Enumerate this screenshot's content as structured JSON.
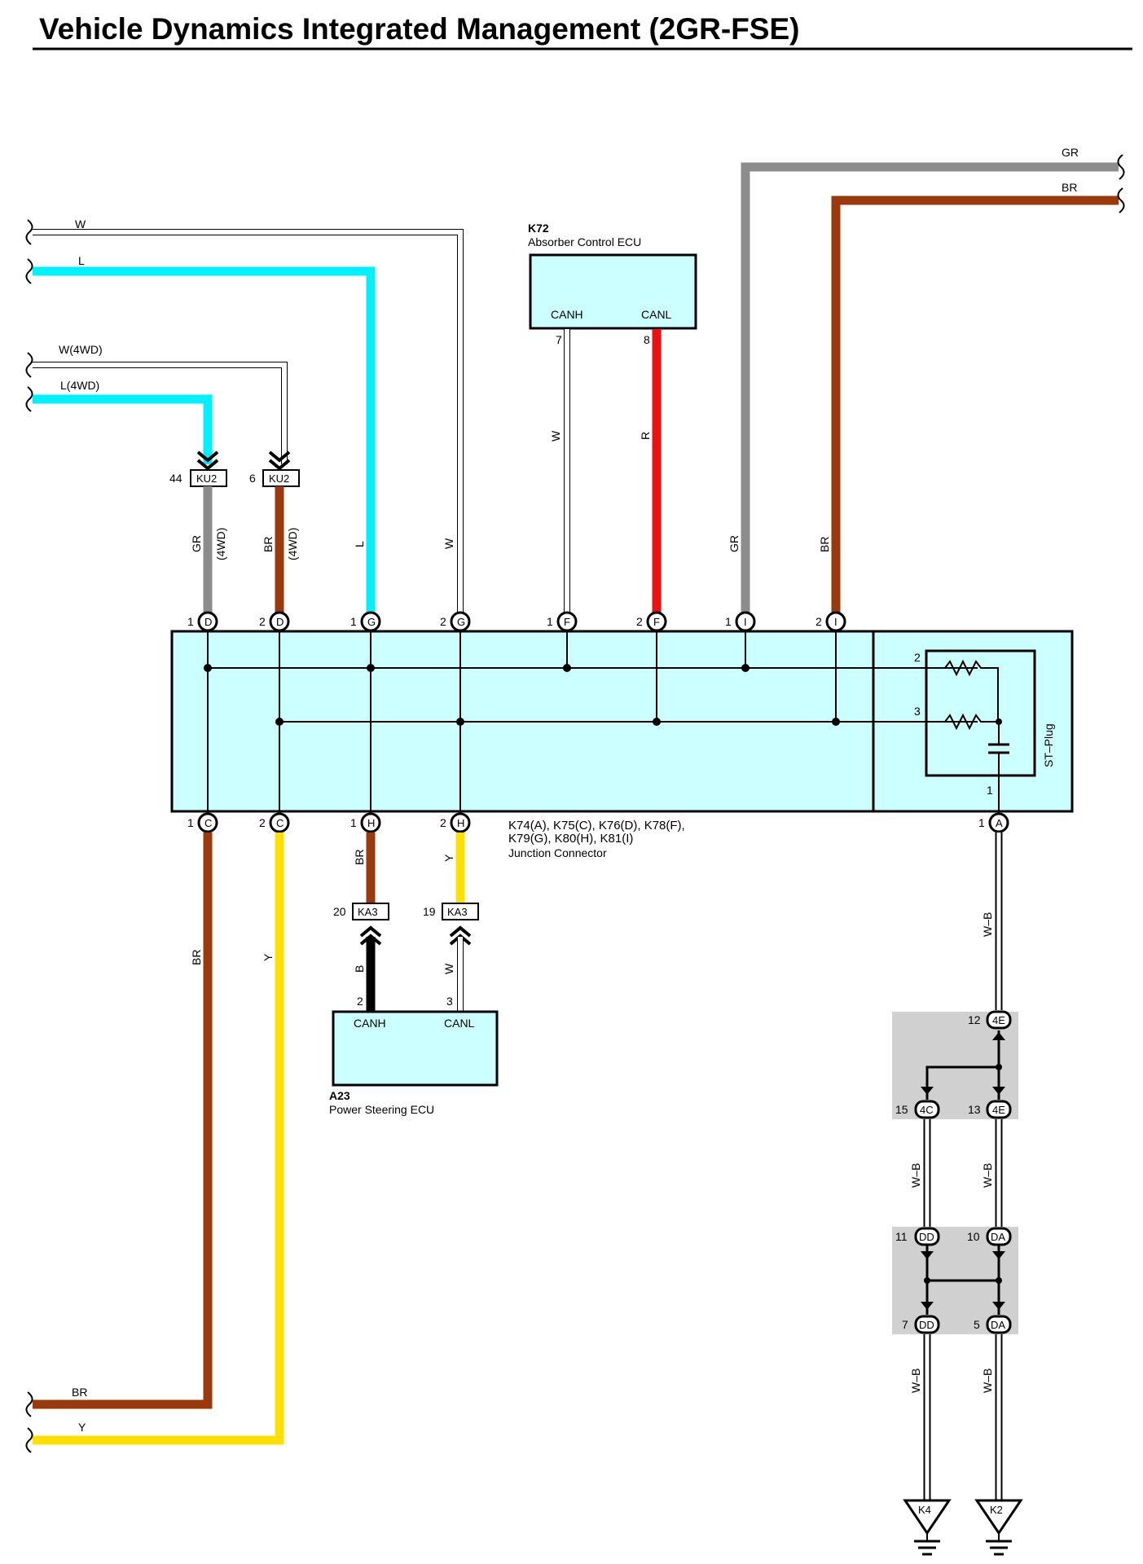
{
  "title": "Vehicle Dynamics Integrated Management (2GR-FSE)",
  "components": {
    "k72": {
      "id": "K72",
      "name": "Absorber Control ECU",
      "canh": "CANH",
      "canl": "CANL",
      "pin_canh": "7",
      "pin_canl": "8"
    },
    "a23": {
      "id": "A23",
      "name": "Power Steering ECU",
      "canh": "CANH",
      "canl": "CANL",
      "pin_canh": "2",
      "pin_canl": "3"
    },
    "junction": {
      "line1": "K74(A), K75(C), K76(D), K78(F),",
      "line2": "K79(G), K80(H), K81(I)",
      "name": "Junction Connector"
    },
    "st_plug": {
      "name": "ST–Plug",
      "pin2": "2",
      "pin3": "3",
      "pin1": "1"
    }
  },
  "inputs": {
    "w": "W",
    "l": "L",
    "w4wd": "W(4WD)",
    "l4wd": "L(4WD)",
    "gr_top": "GR",
    "br_top": "BR",
    "br_bottom": "BR",
    "y_bottom": "Y"
  },
  "wire_labels": {
    "gr": "GR",
    "br": "BR",
    "l": "L",
    "w": "W",
    "r": "R",
    "y": "Y",
    "b": "B",
    "wb": "W–B",
    "fourwd": "(4WD)"
  },
  "connectors": {
    "ku2": "KU2",
    "ka3": "KA3",
    "c4e": "4E",
    "c4c": "4C",
    "cdd": "DD",
    "cda": "DA",
    "k4": "K4",
    "k2": "K2",
    "d": "D",
    "g": "G",
    "f": "F",
    "i": "I",
    "c": "C",
    "h": "H",
    "a": "A"
  },
  "pins": {
    "p1": "1",
    "p2": "2",
    "p3": "3",
    "p5": "5",
    "p6": "6",
    "p7": "7",
    "p8": "8",
    "p10": "10",
    "p11": "11",
    "p12": "12",
    "p13": "13",
    "p15": "15",
    "p19": "19",
    "p20": "20",
    "p44": "44"
  },
  "colors": {
    "gray": "#8c8c8c",
    "brown": "#9a3a0c",
    "cyan": "#00f0ff",
    "red": "#ee1111",
    "yellow": "#ffe000",
    "black": "#000000",
    "box_fill": "#ccffff",
    "splice_fill": "#d0d0d0"
  }
}
